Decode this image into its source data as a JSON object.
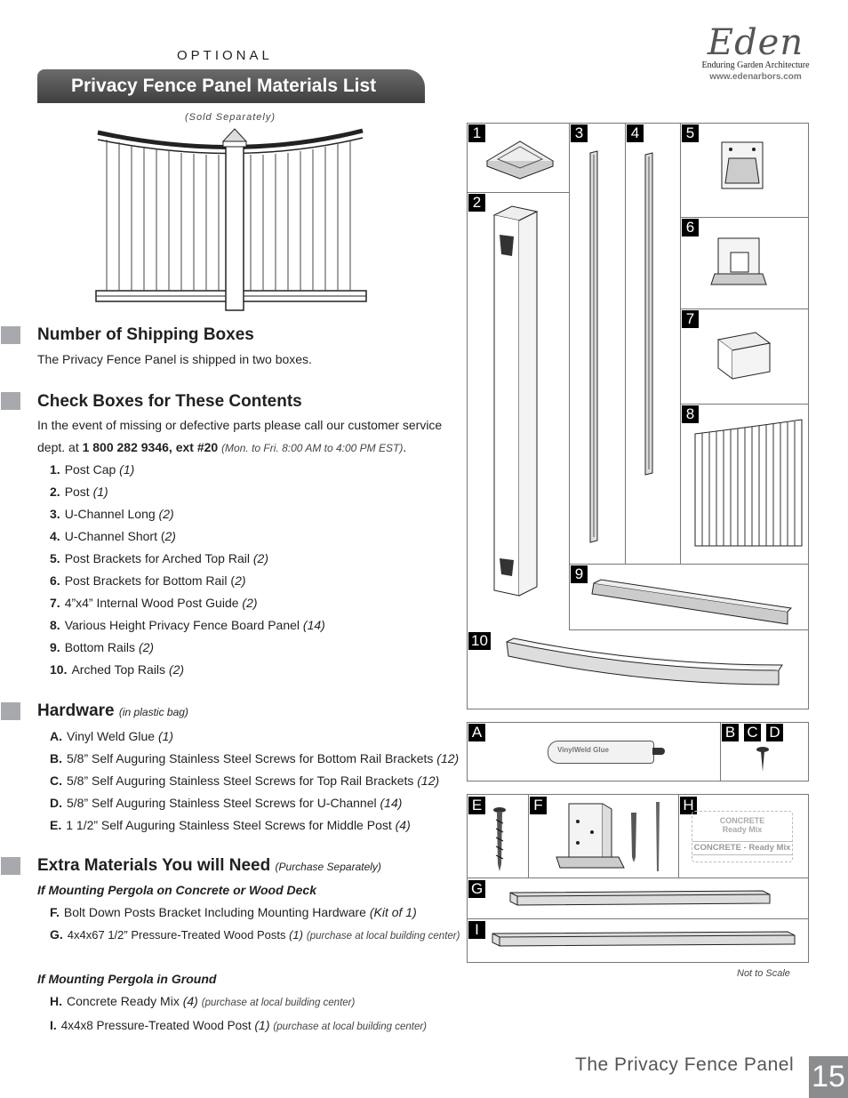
{
  "header": {
    "optional": "OPTIONAL",
    "title": "Privacy Fence Panel Materials List",
    "sold_separately": "(Sold Separately)"
  },
  "logo": {
    "name": "Eden",
    "tagline": "Enduring Garden Architecture",
    "url": "www.edenarbors.com"
  },
  "shipping": {
    "heading": "Number of Shipping Boxes",
    "text": "The Privacy Fence Panel is shipped in two  boxes."
  },
  "contents": {
    "heading": "Check Boxes for These Contents",
    "line1": "In the event of missing or defective parts please call our customer service",
    "line2_prefix": "dept. at ",
    "phone": "1 800 282 9346, ext #20",
    "hours": "(Mon. to Fri. 8:00 AM to 4:00 PM EST)",
    "line2_suffix": ".",
    "items": [
      {
        "num": "1.",
        "text": "Post Cap ",
        "qty": "(1)"
      },
      {
        "num": "2.",
        "text": "Post ",
        "qty": "(1)"
      },
      {
        "num": "3.",
        "text": "U-Channel Long ",
        "qty": "(2)"
      },
      {
        "num": "4.",
        "text": "U-Channel Short (",
        "qty": "2)"
      },
      {
        "num": "5.",
        "text": "Post Brackets for Arched Top Rail ",
        "qty": "(2)"
      },
      {
        "num": "6.",
        "text": "Post Brackets for Bottom Rail  (",
        "qty": "2)"
      },
      {
        "num": "7.",
        "text": "4”x4” Internal Wood Post Guide ",
        "qty": "(2)"
      },
      {
        "num": "8.",
        "text": "Various Height Privacy Fence Board Panel ",
        "qty": "(14)"
      },
      {
        "num": "9.",
        "text": "Bottom Rails ",
        "qty": "(2)"
      },
      {
        "num": "10.",
        "text": "Arched Top Rails ",
        "qty": "(2)"
      }
    ]
  },
  "hardware": {
    "heading": "Hardware",
    "sub": "(in plastic bag)",
    "items": [
      {
        "num": "A.",
        "text": "Vinyl Weld Glue ",
        "qty": "(1)"
      },
      {
        "num": "B.",
        "text": "5/8” Self Auguring Stainless Steel Screws for Bottom Rail Brackets ",
        "qty": "(12)"
      },
      {
        "num": "C.",
        "text": "5/8” Self Auguring Stainless Steel Screws for Top Rail Brackets ",
        "qty": "(12)"
      },
      {
        "num": "D.",
        "text": "5/8” Self Auguring Stainless Steel Screws for U-Channel ",
        "qty": "(14)"
      },
      {
        "num": "E.",
        "text": "1 1/2” Self Auguring Stainless Steel Screws for Middle Post ",
        "qty": "(4)"
      }
    ]
  },
  "extra": {
    "heading": "Extra Materials You will Need",
    "sub": "(Purchase Separately)",
    "concrete_heading": "If Mounting Pergola on Concrete or Wood Deck",
    "concrete_items": [
      {
        "num": "F.",
        "text": "Bolt Down Posts Bracket Including Mounting Hardware ",
        "qty": "(Kit of 1)",
        "note": ""
      },
      {
        "num": "G.",
        "text": "4x4x67 1/2” Pressure-Treated Wood Posts ",
        "qty": "(1)",
        "note": "(purchase at local building center)"
      }
    ],
    "ground_heading": "If Mounting Pergola in Ground",
    "ground_items": [
      {
        "num": "H.",
        "text": "Concrete Ready Mix ",
        "qty": "(4)",
        "note": "(purchase at local building center)"
      },
      {
        "num": "I.",
        "text": "4x4x8 Pressure-Treated Wood Post ",
        "qty": "(1)",
        "note": "(purchase at local building center)"
      }
    ]
  },
  "figure": {
    "labels": [
      "1",
      "2",
      "3",
      "4",
      "5",
      "6",
      "7",
      "8",
      "9",
      "10",
      "A",
      "B",
      "C",
      "D",
      "E",
      "F",
      "G",
      "H",
      "I"
    ],
    "glue_label": "VinylWeld Glue",
    "concrete_label1": "CONCRETE",
    "concrete_label2": "Ready Mix",
    "concrete_label3": "CONCRETE - Ready Mix",
    "not_to_scale": "Not to Scale"
  },
  "footer": {
    "title": "The Privacy Fence Panel",
    "page": "15"
  }
}
